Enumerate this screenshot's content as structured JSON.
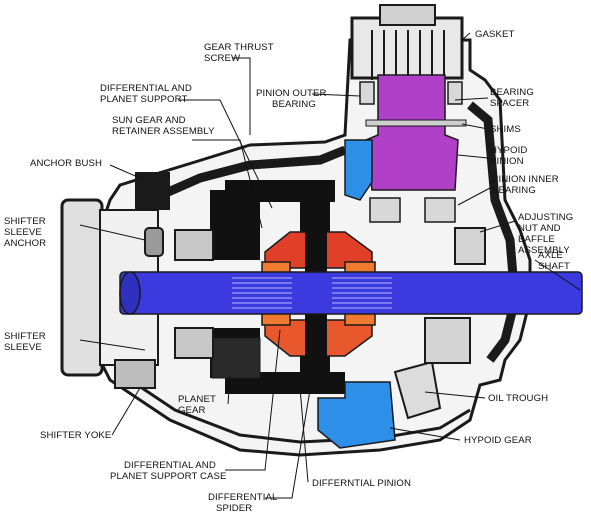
{
  "diagram": {
    "labels": {
      "gear_thrust_screw": [
        "GEAR THRUST",
        "SCREW"
      ],
      "differential_planet_support": [
        "DIFFERENTIAL AND",
        "PLANET SUPPORT"
      ],
      "sun_gear_retainer": [
        "SUN GEAR AND",
        "RETAINER ASSEMBLY"
      ],
      "pinion_outer_bearing": [
        "PINION OUTER",
        "BEARING"
      ],
      "gasket": [
        "GASKET"
      ],
      "bearing_spacer": [
        "BEARING",
        "SPACER"
      ],
      "shims": [
        "SHIMS"
      ],
      "hypoid_pinion": [
        "HYPOID",
        "PINION"
      ],
      "pinion_inner_bearing": [
        "PINION INNER",
        "BEARING"
      ],
      "anchor_bush": [
        "ANCHOR BUSH"
      ],
      "shifter_sleeve_anchor": [
        "SHIFTER",
        "SLEEVE",
        "ANCHOR"
      ],
      "adjusting_nut": [
        "ADJUSTING",
        "NUT AND",
        "BAFFLE",
        "ASSEMBLY"
      ],
      "axle_shaft": [
        "AXLE",
        "SHAFT"
      ],
      "shifter_sleeve": [
        "SHIFTER",
        "SLEEVE"
      ],
      "planet_gear": [
        "PLANET",
        "GEAR"
      ],
      "oil_trough": [
        "OIL TROUGH"
      ],
      "shifter_yoke": [
        "SHIFTER YOKE"
      ],
      "hypoid_gear": [
        "HYPOID GEAR"
      ],
      "differential_support_case": [
        "DIFFERENTIAL AND",
        "PLANET SUPPORT CASE"
      ],
      "differential_pinion": [
        "DIFFERNTIAL PINION"
      ],
      "differential_spider": [
        "DIFFERENTIAL",
        "SPIDER"
      ]
    },
    "colors": {
      "axle_shaft": "#3a3adf",
      "hypoid_pinion": "#b040c8",
      "hypoid_gear": "#2e8fe8",
      "differential_gear": "#e04028",
      "planet_support": "#111111",
      "housing": "#222222"
    }
  }
}
